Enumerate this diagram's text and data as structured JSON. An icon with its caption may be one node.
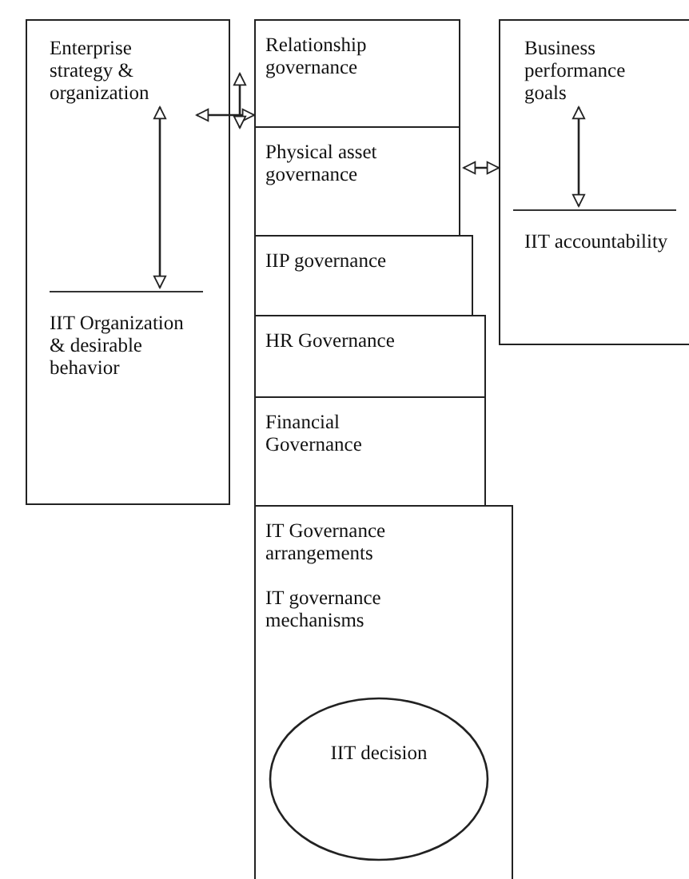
{
  "diagram": {
    "nodes": [
      {
        "text": [],
        "shape": "box"
      },
      {
        "text": [
          "Enterprise strategy & organization"
        ],
        "in": 0
      },
      {
        "text": [
          "IIT Organization & desirable behavior"
        ],
        "in": 0
      },
      {
        "text": [
          "Relationship governance"
        ]
      },
      {
        "text": [
          "Physical asset governance"
        ]
      },
      {
        "text": [
          "IIP governance"
        ]
      },
      {
        "text": [
          "HR Governance"
        ]
      },
      {
        "text": [
          "Financial Governance"
        ]
      },
      {
        "text": [
          "IT Governance arrangements",
          "IT governance mechanisms"
        ]
      },
      {
        "text": [
          "IIT decision"
        ],
        "in": 8
      },
      {
        "text": [],
        "shape": "box"
      },
      {
        "text": [
          "Business performance goals"
        ],
        "in": 10
      },
      {
        "text": [
          "IIT accountability"
        ],
        "in": 10
      }
    ],
    "edges": [
      {
        "from": 1,
        "to": 2,
        "arrow": "both"
      },
      {
        "from": 1,
        "to": 3,
        "arrow": "both"
      },
      {
        "from": 3,
        "to": 10,
        "arrow": "both"
      },
      {
        "from": 11,
        "to": 12,
        "arrow": "both"
      },
      {
        "from": 3,
        "to": 4,
        "arrow": "both"
      }
    ]
  }
}
